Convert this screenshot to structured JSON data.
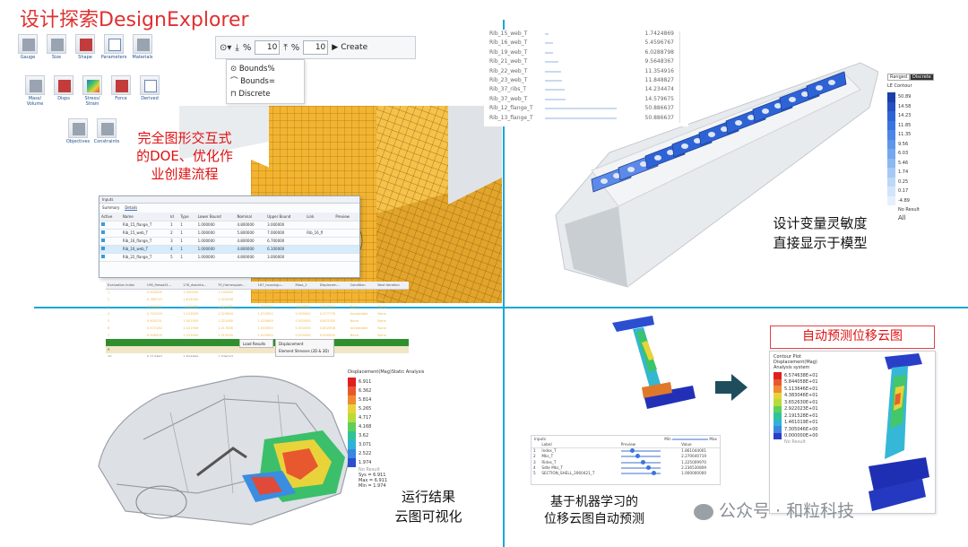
{
  "title": "设计探索DesignExplorer",
  "palette": {
    "row1": [
      "Gauge",
      "Size",
      "Shape",
      "Parameters",
      "Materials"
    ],
    "row2": [
      "Mass/ Volume",
      "Disps",
      "Stress/ Strain",
      "Force",
      "Derived"
    ],
    "row3": [
      "Objectives",
      "Constraints"
    ]
  },
  "create_toolbar": {
    "pct1": "%",
    "val1": "10",
    "pct2": "%",
    "val2": "10",
    "create_label": "Create",
    "dropdown": [
      "Bounds%",
      "Bounds=",
      "Discrete"
    ]
  },
  "q1_caption": [
    "完全图形交互式",
    "的DOE、优化作",
    "业创建流程"
  ],
  "q2_caption": [
    "设计变量灵敏度",
    "直接显示于模型"
  ],
  "q3_caption": [
    "运行结果",
    "云图可视化"
  ],
  "q4_caption": [
    "基于机器学习的",
    "位移云图自动预测"
  ],
  "auto_predict_label": "自动预测位移云图",
  "watermark": "公众号 · 和粒科技",
  "input_dialog": {
    "title": "Inputs",
    "tabs": [
      "Summary",
      "Details"
    ],
    "headers": [
      "Active",
      "Name",
      "Id",
      "Type",
      "Lower Bound",
      "Nominal",
      "Upper Bound",
      "Link",
      "Preview"
    ],
    "rows": [
      [
        "",
        "Rib_15_flange_T",
        "1",
        "1",
        "1.000000",
        "4.800000",
        "3.000000",
        "",
        ""
      ],
      [
        "",
        "Rib_15_web_T",
        "2",
        "1",
        "1.000000",
        "5.800000",
        "7.000000",
        "Rib_16_fl",
        ""
      ],
      [
        "",
        "Rib_16_flange_T",
        "3",
        "1",
        "1.000000",
        "4.800000",
        "6.700000",
        "",
        ""
      ],
      [
        "",
        "Rib_16_web_T",
        "4",
        "1",
        "1.000000",
        "4.800000",
        "6.100000",
        "",
        ""
      ],
      [
        "",
        "Rib_22_flange_T",
        "5",
        "1",
        "1.000000",
        "4.800000",
        "3.000000",
        "",
        ""
      ]
    ]
  },
  "eval_table": {
    "headers": [
      "Evaluation Index",
      "196_firewall1...",
      "178_dsockto...",
      "79_frameupper...",
      "167_housingu...",
      "Mass_2",
      "Displacem...",
      "Condition",
      "Best Iteration"
    ],
    "rows": [
      [
        "1",
        "0.900000",
        "1.550000",
        "1.100000",
        "1.200000",
        "0.500000",
        "0.903399",
        "Acceptable",
        "None"
      ],
      [
        "2",
        "0.760715",
        "1.814000",
        "1.322006",
        "1.035749",
        "0.530902",
        "0.539535",
        "None",
        "None"
      ],
      [
        "3",
        "0.731017",
        "1.322405",
        "1.321085",
        "1.000005",
        "0.500000",
        "0.500000",
        "None",
        "None"
      ],
      [
        "4",
        "0.751029",
        "1.513009",
        "1.323604",
        "1.033902",
        "0.500000",
        "0.577776",
        "Acceptable",
        "None"
      ],
      [
        "5",
        "0.900231",
        "1.507005",
        "1.321080",
        "1.035649",
        "0.500000",
        "0.803785",
        "None",
        "None"
      ],
      [
        "6",
        "0.572182",
        "1.421906",
        "1.217806",
        "1.000000",
        "0.500000",
        "0.802908",
        "Acceptable",
        "None"
      ],
      [
        "7",
        "0.906000",
        "1.313000",
        "1.313000",
        "1.000000",
        "0.500000",
        "0.900000",
        "None",
        "None"
      ],
      [
        "8",
        "",
        "",
        "",
        "",
        "",
        "",
        "",
        ""
      ],
      [
        "9",
        "",
        "",
        "",
        "",
        "",
        "",
        "",
        ""
      ],
      [
        "10",
        "0.713367",
        "1.824800",
        "1.379157",
        "",
        "",
        "",
        "",
        ""
      ]
    ],
    "context_menu": [
      "Load Results"
    ],
    "submenu": [
      "Displacement",
      "Element Stresses (2D & 3D)"
    ]
  },
  "rib_list": [
    {
      "name": "Rib_15_web_T",
      "value": "1.7424869"
    },
    {
      "name": "Rib_16_web_T",
      "value": "5.4596767"
    },
    {
      "name": "Rib_19_web_T",
      "value": "6.0288798"
    },
    {
      "name": "Rib_21_web_T",
      "value": "9.5648367"
    },
    {
      "name": "Rib_22_web_T",
      "value": "11.354916"
    },
    {
      "name": "Rib_23_web_T",
      "value": "11.848827"
    },
    {
      "name": "Rib_37_ribs_T",
      "value": "14.234474"
    },
    {
      "name": "Rib_37_web_T",
      "value": "14.579675"
    },
    {
      "name": "Rib_12_flange_T",
      "value": "50.886637"
    },
    {
      "name": "Rib_13_flange_T",
      "value": "50.886637"
    }
  ],
  "sens_legend": {
    "toggle": [
      "Ranged",
      "Discrete"
    ],
    "title": "LE Contour",
    "values": [
      "50.89",
      "14.58",
      "14.23",
      "11.85",
      "11.35",
      "9.56",
      "6.03",
      "5.46",
      "1.74",
      "0.25",
      "0.17",
      "-4.89"
    ],
    "no_result": "No Result",
    "all_label": "All"
  },
  "car_legend": {
    "title": "Displacement(Mag)Static Analysis",
    "values": [
      "6.911",
      "6.362",
      "5.814",
      "5.265",
      "4.717",
      "4.168",
      "3.62",
      "3.071",
      "2.522",
      "1.974"
    ],
    "no_result": "No Result",
    "footer": [
      "Sys = 6.911",
      "Max = 6.911",
      "Min = 1.974"
    ]
  },
  "ml_panel": {
    "title": "Inputs",
    "min_label": "Min",
    "max_label": "Max",
    "headers": [
      "",
      "Label",
      "Preview",
      "Value"
    ],
    "rows": [
      [
        "1",
        "Index_T",
        "",
        "1.861044001"
      ],
      [
        "2",
        "Mks_T",
        "",
        "2.270640719"
      ],
      [
        "3",
        "Rides_T",
        "",
        "1.225009970"
      ],
      [
        "4",
        "Sdte Mks_T",
        "",
        "2.236530809"
      ],
      [
        "5",
        "SECTION_SHELL_2060421_T",
        "",
        "1.000000000"
      ]
    ]
  },
  "contour_plot": {
    "header": [
      "Contour Plot",
      "Displacement(Mag)",
      "Analysis system"
    ],
    "values": [
      "6.574638E+01",
      "5.844058E+01",
      "5.113646E+01",
      "4.383046E+01",
      "3.652630E+01",
      "2.922023E+01",
      "2.191528E+01",
      "1.461019E+01",
      "7.305046E+00",
      "0.000000E+00"
    ],
    "no_result": "No Result"
  },
  "colors": {
    "divider": "#1ba6d7",
    "caption_red": "#e01010",
    "mesh_yellow": "#f2b531",
    "rib_blue": "#2e63d6",
    "arrow": "#1e4e5e"
  }
}
